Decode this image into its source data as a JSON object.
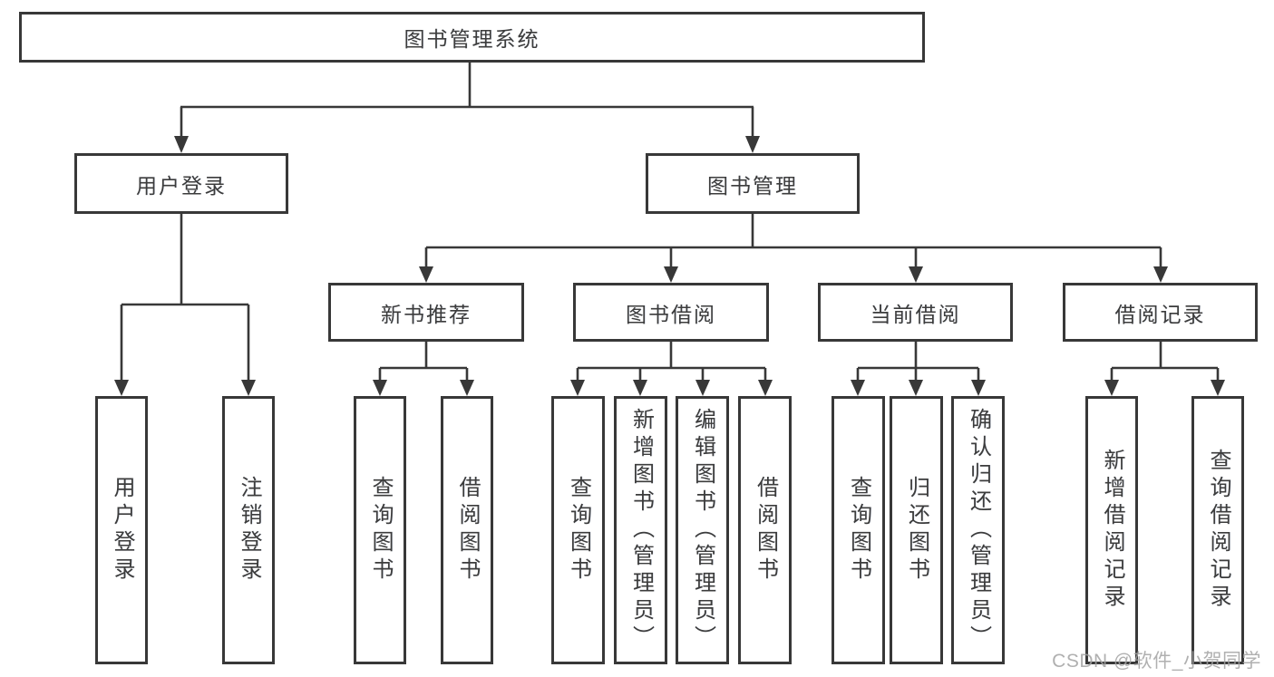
{
  "diagram": {
    "nodes": {
      "root": "图书管理系统",
      "user_login": "用户登录",
      "book_management": "图书管理",
      "new_book_recommend": "新书推荐",
      "book_borrow": "图书借阅",
      "current_borrow": "当前借阅",
      "borrow_records": "借阅记录",
      "leaf_user_login": "用户登录",
      "leaf_logout": "注销登录",
      "nbr_query_books": "查询图书",
      "nbr_borrow_books": "借阅图书",
      "bb_query_books": "查询图书",
      "bb_add_books": "新增图书（管理员）",
      "bb_edit_books": "编辑图书（管理员）",
      "bb_borrow_books": "借阅图书",
      "cb_query_books": "查询图书",
      "cb_return_books": "归还图书",
      "cb_confirm_return": "确认归还（管理员）",
      "br_add_record": "新增借阅记录",
      "br_query_record": "查询借阅记录"
    },
    "hierarchy": {
      "图书管理系统": {
        "用户登录": [
          "用户登录",
          "注销登录"
        ],
        "图书管理": {
          "新书推荐": [
            "查询图书",
            "借阅图书"
          ],
          "图书借阅": [
            "查询图书",
            "新增图书（管理员）",
            "编辑图书（管理员）",
            "借阅图书"
          ],
          "当前借阅": [
            "查询图书",
            "归还图书",
            "确认归还（管理员）"
          ],
          "借阅记录": [
            "新增借阅记录",
            "查询借阅记录"
          ]
        }
      }
    },
    "watermark": "CSDN @软件_小贺同学",
    "colors": {
      "line": "#383838",
      "box_border": "#383838",
      "text": "#3c3c3c",
      "watermark": "#a3a3a3",
      "background": "#ffffff"
    }
  }
}
